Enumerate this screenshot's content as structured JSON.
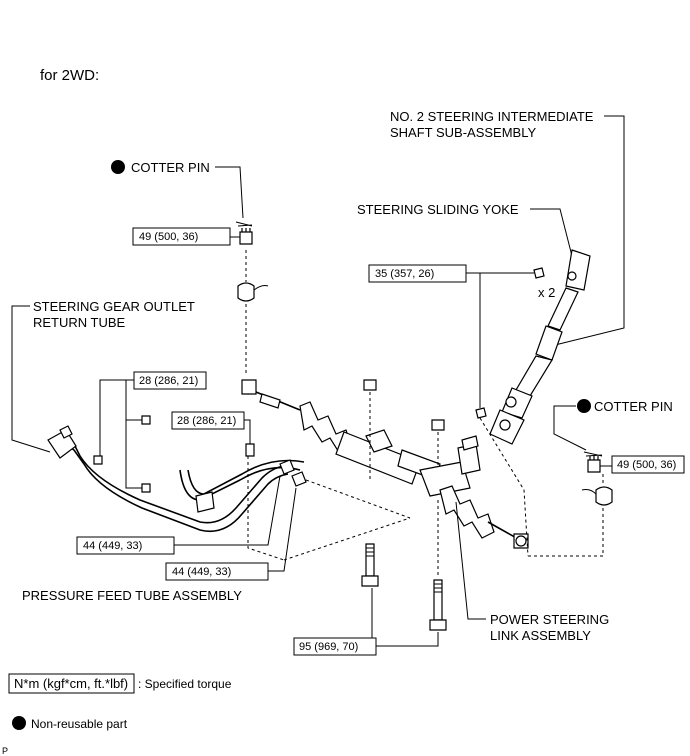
{
  "heading": "for 2WD:",
  "callouts": {
    "intermediate_shaft_line1": "NO. 2 STEERING INTERMEDIATE",
    "intermediate_shaft_line2": "SHAFT SUB-ASSEMBLY",
    "cotter_pin_left": "COTTER PIN",
    "cotter_pin_right": "COTTER PIN",
    "sliding_yoke": "STEERING SLIDING YOKE",
    "outlet_tube_line1": "STEERING GEAR OUTLET",
    "outlet_tube_line2": "RETURN TUBE",
    "pressure_feed_tube": "PRESSURE FEED TUBE ASSEMBLY",
    "link_assembly_line1": "POWER STEERING",
    "link_assembly_line2": "LINK ASSEMBLY",
    "bolt_multiplier": "x 2"
  },
  "torques": {
    "tie_rod_nut_left": "49 (500, 36)",
    "yoke_bolt": "35 (357, 26)",
    "outlet_tube_bolts": "28 (286, 21)",
    "clamp_bolt": "28 (286, 21)",
    "tie_rod_nut_right": "49 (500, 36)",
    "union_upper": "44 (449, 33)",
    "union_lower": "44 (449, 33)",
    "mounting_bolts": "95 (969, 70)"
  },
  "legend": {
    "torque_unit": "N*m (kgf*cm, ft.*lbf)",
    "torque_desc": ": Specified torque",
    "non_reusable": "Non-reusable part"
  },
  "corner_mark": "P"
}
